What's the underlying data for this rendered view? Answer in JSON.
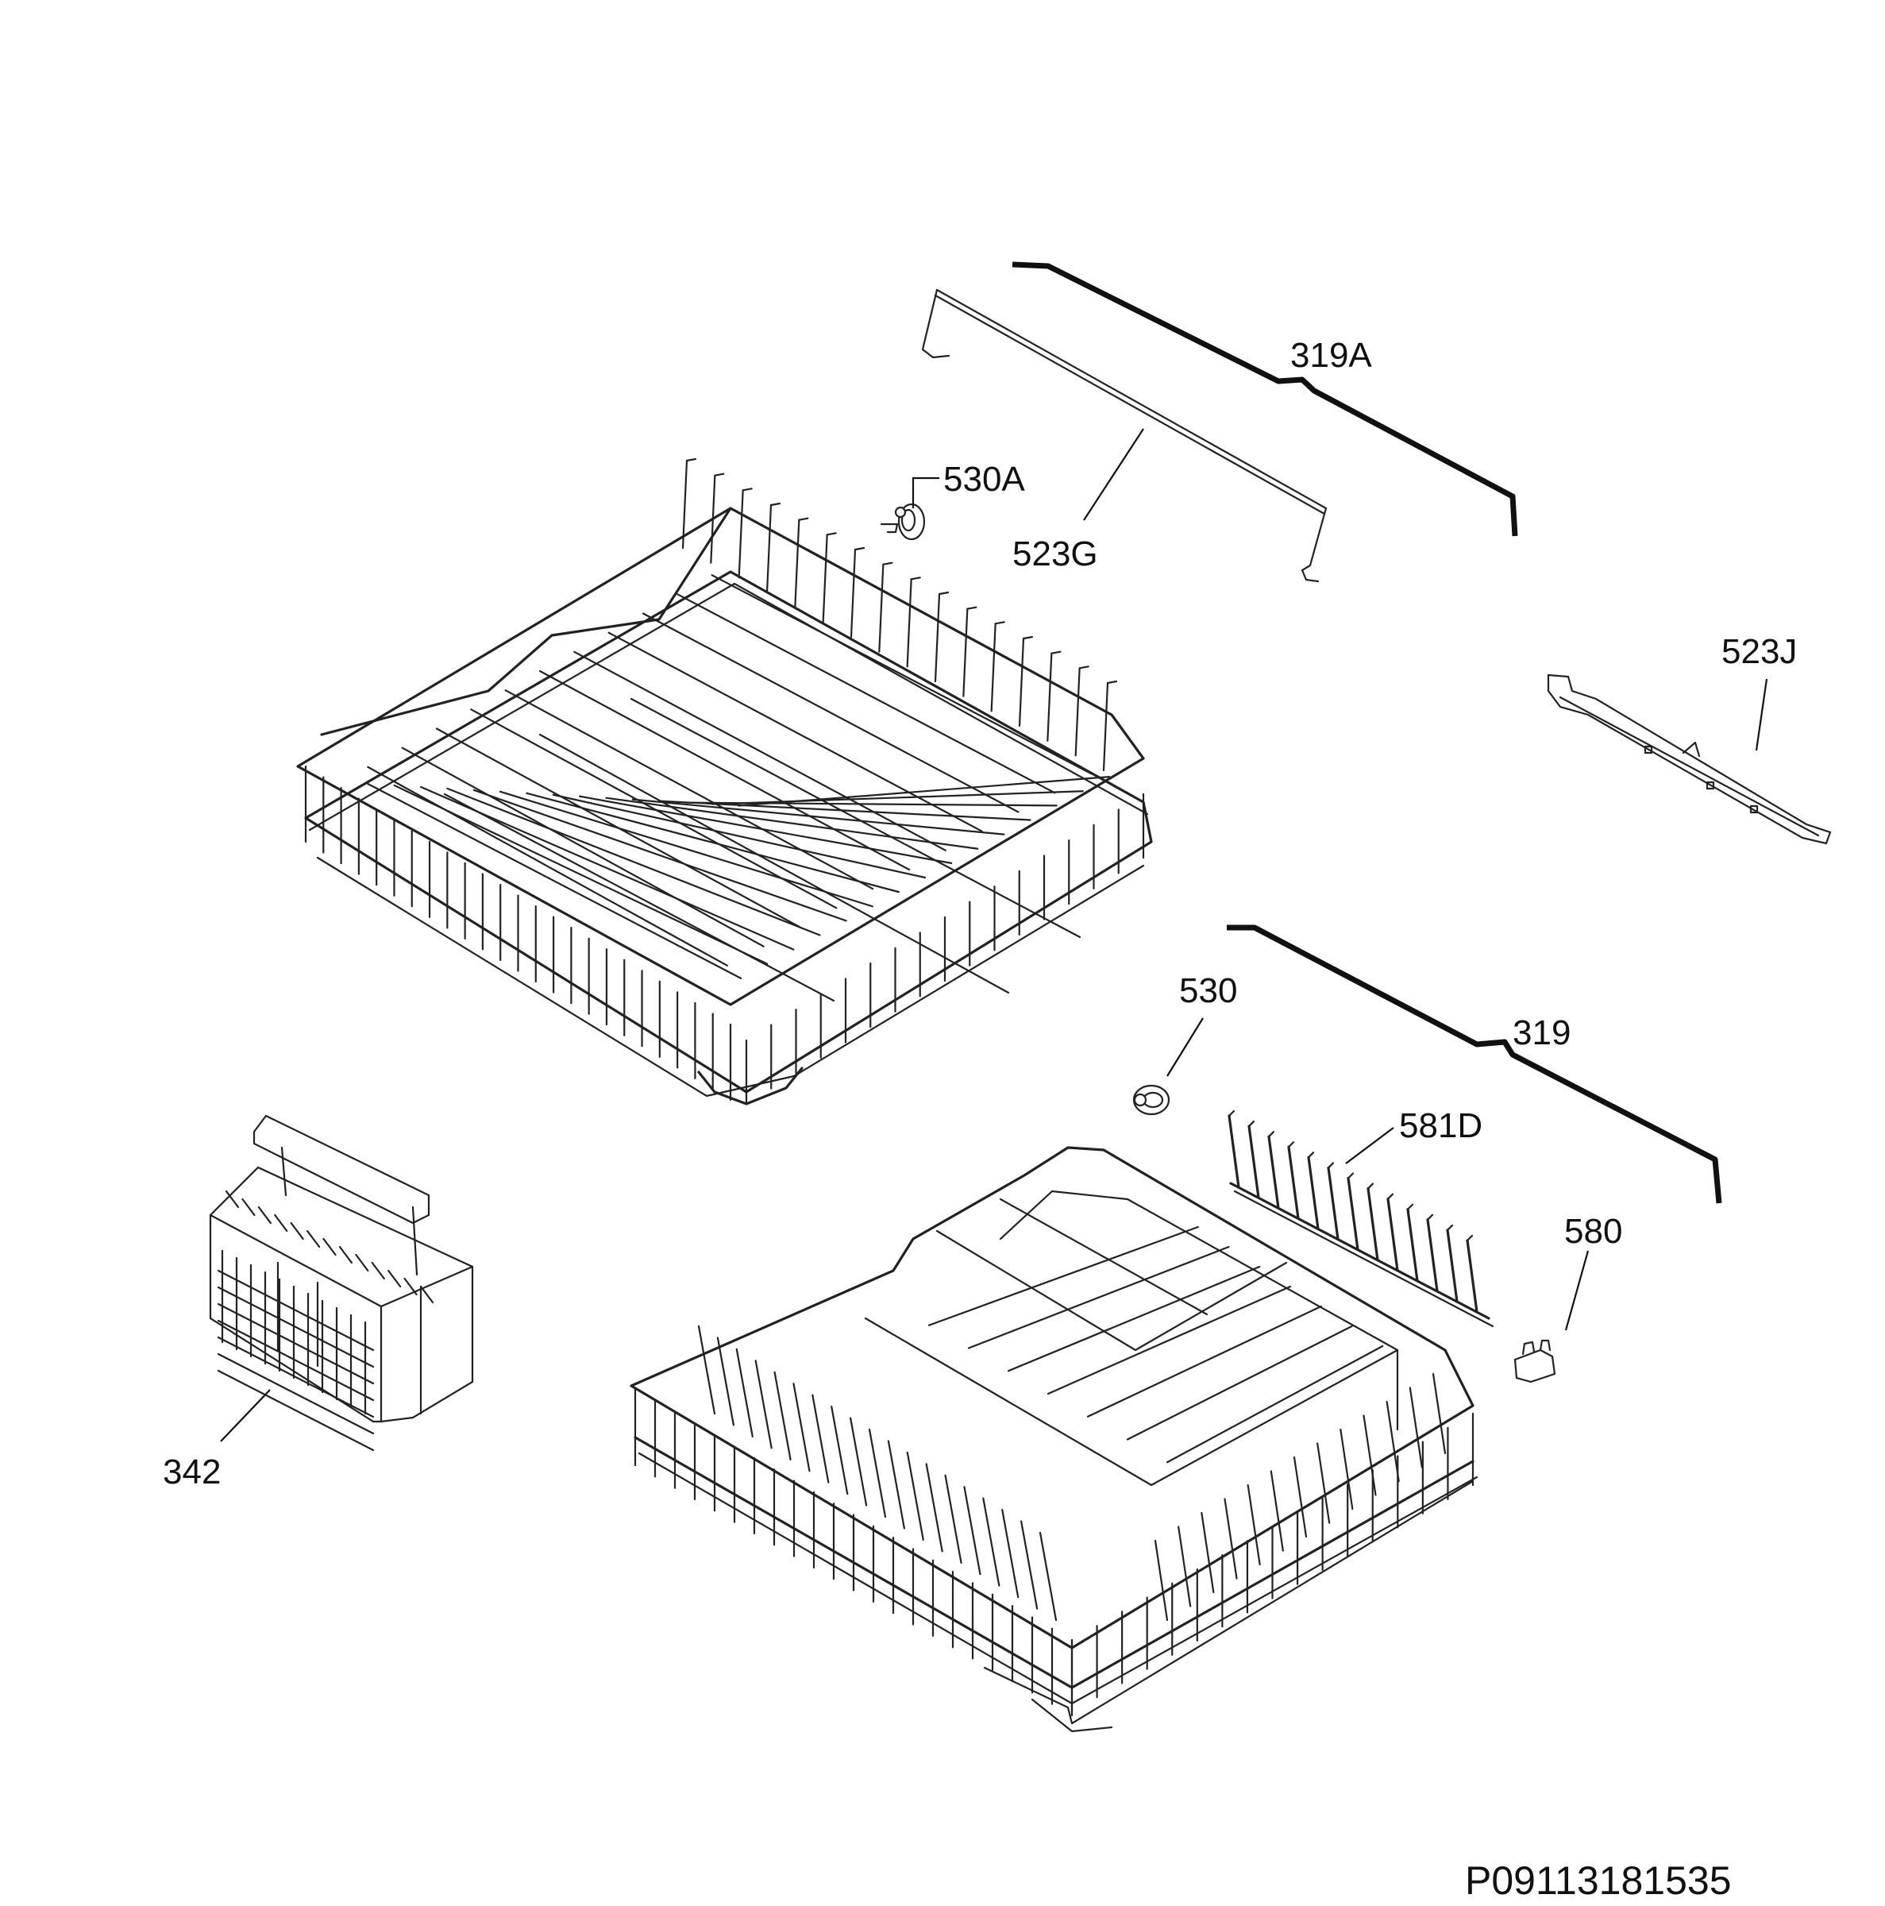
{
  "diagram": {
    "drawing_code": "P09113181535",
    "parts": [
      {
        "id": "319A"
      },
      {
        "id": "530A"
      },
      {
        "id": "523G"
      },
      {
        "id": "523J"
      },
      {
        "id": "530"
      },
      {
        "id": "319"
      },
      {
        "id": "581D"
      },
      {
        "id": "580"
      },
      {
        "id": "342"
      }
    ]
  }
}
